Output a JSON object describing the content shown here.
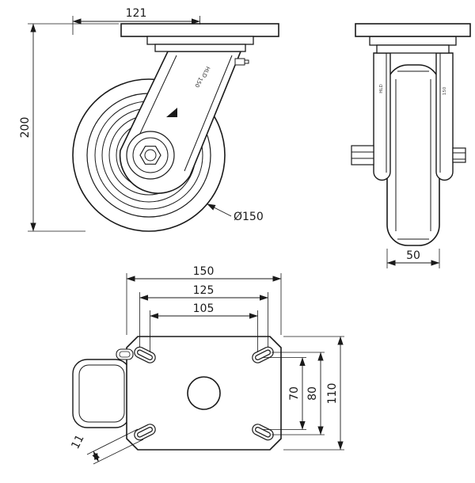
{
  "canvas": {
    "background": "#ffffff",
    "line_color": "#1a1a1a"
  },
  "dimensions": {
    "swivel_radius": "121",
    "overall_height": "200",
    "wheel_diameter": "Ø150",
    "wheel_width": "50",
    "plate_length": "150",
    "bolt_pattern_width_outer": "125",
    "bolt_pattern_width_inner": "105",
    "bolt_pattern_height_inner": "70",
    "bolt_pattern_height_outer": "80",
    "plate_depth": "110",
    "bolt_slot_width": "11"
  },
  "markings": {
    "fork_label_line1": "HLD",
    "fork_label_line2": "150"
  }
}
